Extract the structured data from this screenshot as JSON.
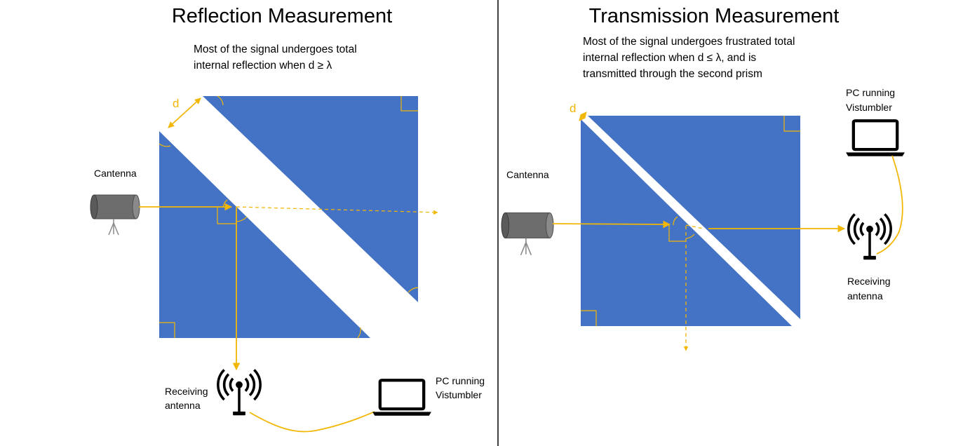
{
  "reflection": {
    "title": "Reflection Measurement",
    "description": [
      "Most of the signal undergoes total",
      "internal reflection when d ≥ λ"
    ],
    "gap_label": "d",
    "source_label": "Cantenna",
    "receiver_label": [
      "Receiving",
      "antenna"
    ],
    "pc_label": [
      "PC running",
      "Vistumbler"
    ]
  },
  "transmission": {
    "title": "Transmission Measurement",
    "description": [
      "Most of the signal undergoes frustrated total",
      "internal reflection when d ≤ λ, and is",
      "transmitted through the second prism"
    ],
    "gap_label": "d",
    "source_label": "Cantenna",
    "receiver_label": [
      "Receiving",
      "antenna"
    ],
    "pc_label": [
      "PC running",
      "Vistumbler"
    ]
  },
  "colors": {
    "prism": "#4472C4",
    "ray": "#F2B705",
    "divider": "#404040"
  },
  "icons": [
    "cantenna-icon",
    "antenna-icon",
    "laptop-icon"
  ]
}
